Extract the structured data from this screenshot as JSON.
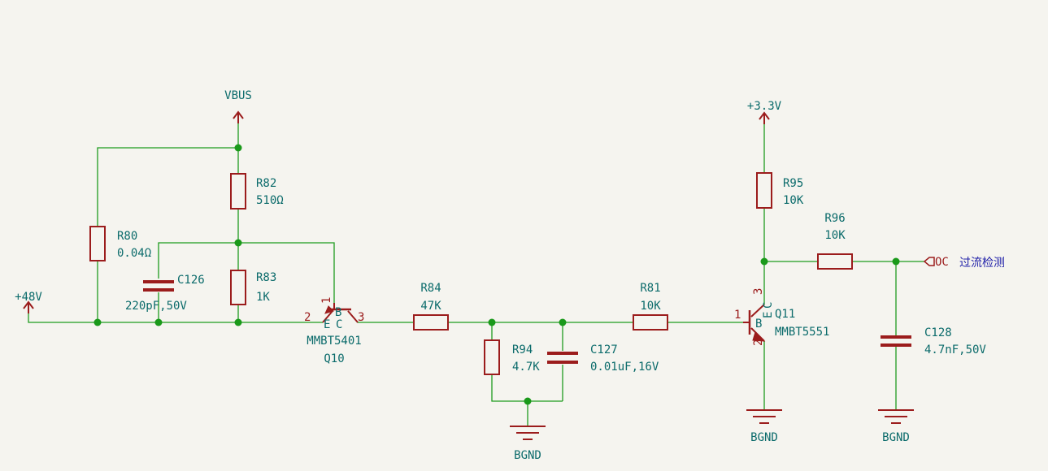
{
  "power": {
    "vbus": "VBUS",
    "v48": "+48V",
    "v33": "+3.3V"
  },
  "ground": {
    "g1": "BGND",
    "g2": "BGND",
    "g3": "BGND"
  },
  "r80": {
    "ref": "R80",
    "value": "0.04Ω"
  },
  "r82": {
    "ref": "R82",
    "value": "510Ω"
  },
  "r83": {
    "ref": "R83",
    "value": "1K"
  },
  "c126": {
    "ref": "C126",
    "value": "220pF,50V"
  },
  "q10": {
    "ref": "Q10",
    "value": "MMBT5401",
    "pin1": "1",
    "pin2": "2",
    "pin3": "3",
    "b": "B",
    "e": "E",
    "c": "C"
  },
  "r84": {
    "ref": "R84",
    "value": "47K"
  },
  "r94": {
    "ref": "R94",
    "value": "4.7K"
  },
  "c127": {
    "ref": "C127",
    "value": "0.01uF,16V"
  },
  "r81": {
    "ref": "R81",
    "value": "10K"
  },
  "q11": {
    "ref": "Q11",
    "value": "MMBT5551",
    "pin1": "1",
    "pin2": "2",
    "pin3": "3",
    "b": "B",
    "e": "E",
    "c": "C"
  },
  "r95": {
    "ref": "R95",
    "value": "10K"
  },
  "r96": {
    "ref": "R96",
    "value": "10K"
  },
  "c128": {
    "ref": "C128",
    "value": "4.7nF,50V"
  },
  "label": {
    "oc": "OC",
    "desc": "过流检测"
  }
}
